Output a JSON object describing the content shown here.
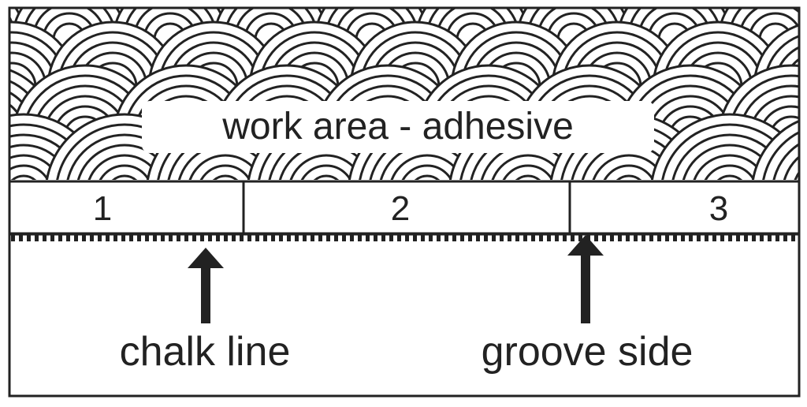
{
  "work_area_label": "work area - adhesive",
  "boards": [
    "1",
    "2",
    "3"
  ],
  "callouts": {
    "chalk_line": "chalk line",
    "groove_side": "groove side"
  },
  "colors": {
    "ink": "#222222",
    "background": "#ffffff"
  }
}
